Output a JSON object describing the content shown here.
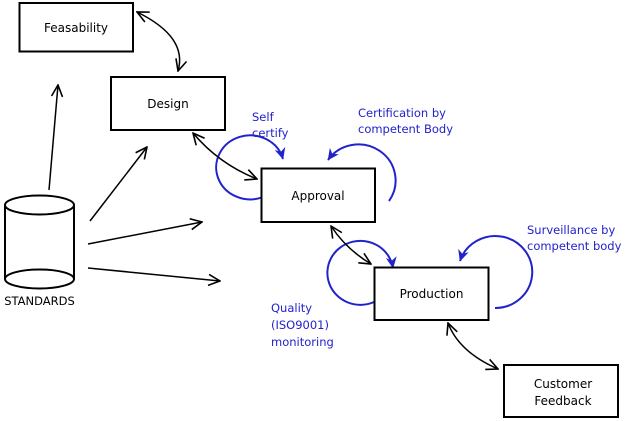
{
  "colors": {
    "line-black": "#000000",
    "annotation-blue": "#2222cc",
    "background": "#ffffff"
  },
  "nodes": {
    "feasability": {
      "label": "Feasability"
    },
    "design": {
      "label": "Design"
    },
    "approval": {
      "label": "Approval"
    },
    "production": {
      "label": "Production"
    },
    "customer_feedback": {
      "line1": "Customer",
      "line2": "Feedback"
    },
    "standards": {
      "label": "STANDARDS"
    }
  },
  "annotations": {
    "self_certify": {
      "line1": "Self",
      "line2": "certify"
    },
    "certification": {
      "line1": "Certification by",
      "line2": "competent Body"
    },
    "surveillance": {
      "line1": "Surveillance by",
      "line2": "competent body"
    },
    "quality": {
      "line1": "Quality",
      "line2": "(ISO9001)",
      "line3": "monitoring"
    }
  }
}
